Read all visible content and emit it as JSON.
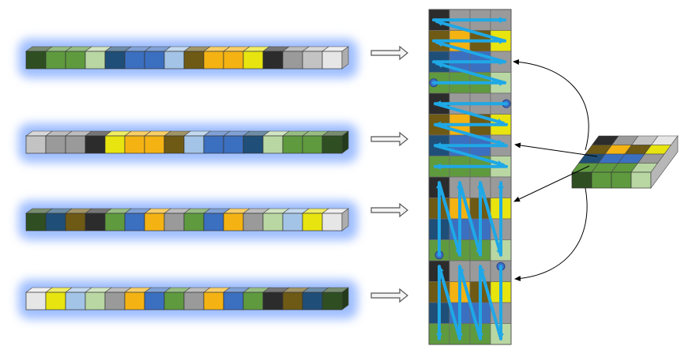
{
  "palette": {
    "dg": "#2f4f22",
    "g": "#5f9a3f",
    "lg": "#b9d7a3",
    "nv": "#1f4f78",
    "b": "#3b6fc0",
    "lb": "#a3c4e6",
    "br": "#6e5a14",
    "o": "#f4b313",
    "y": "#e8e40f",
    "bk": "#2c2c2c",
    "gr": "#9a9a9a",
    "lgr": "#c3c3c3",
    "wh": "#e6e6e6"
  },
  "accent_color": "#1fa8e6",
  "strips": [
    {
      "cells": [
        "dg",
        "g",
        "g",
        "lg",
        "nv",
        "b",
        "b",
        "lb",
        "br",
        "o",
        "o",
        "y",
        "bk",
        "gr",
        "lgr",
        "wh"
      ]
    },
    {
      "cells": [
        "lgr",
        "gr",
        "gr",
        "bk",
        "y",
        "o",
        "o",
        "br",
        "lb",
        "b",
        "b",
        "nv",
        "lg",
        "g",
        "g",
        "dg"
      ]
    },
    {
      "cells": [
        "dg",
        "nv",
        "br",
        "bk",
        "g",
        "b",
        "o",
        "gr",
        "g",
        "b",
        "o",
        "gr",
        "lg",
        "lb",
        "y",
        "wh"
      ]
    },
    {
      "cells": [
        "wh",
        "y",
        "lb",
        "lg",
        "gr",
        "o",
        "b",
        "g",
        "gr",
        "o",
        "b",
        "g",
        "bk",
        "br",
        "nv",
        "dg"
      ]
    }
  ],
  "column_rows": [
    [
      "bk",
      "gr",
      "gr",
      "gr"
    ],
    [
      "br",
      "o",
      "br",
      "y"
    ],
    [
      "nv",
      "b",
      "b",
      "gr"
    ],
    [
      "g",
      "g",
      "g",
      "lg"
    ],
    [
      "bk",
      "gr",
      "gr",
      "gr"
    ],
    [
      "br",
      "o",
      "br",
      "y"
    ],
    [
      "nv",
      "b",
      "b",
      "gr"
    ],
    [
      "g",
      "g",
      "g",
      "lg"
    ],
    [
      "bk",
      "gr",
      "gr",
      "gr"
    ],
    [
      "br",
      "o",
      "br",
      "y"
    ],
    [
      "nv",
      "b",
      "b",
      "gr"
    ],
    [
      "g",
      "g",
      "g",
      "lg"
    ],
    [
      "bk",
      "gr",
      "gr",
      "gr"
    ],
    [
      "br",
      "o",
      "br",
      "y"
    ],
    [
      "nv",
      "b",
      "b",
      "gr"
    ],
    [
      "g",
      "g",
      "g",
      "lg"
    ]
  ],
  "block": {
    "top": [
      [
        "bk",
        "gr",
        "lgr",
        "wh"
      ],
      [
        "br",
        "o",
        "br",
        "y"
      ],
      [
        "nv",
        "b",
        "b",
        "gr"
      ],
      [
        "g",
        "g",
        "g",
        "lg"
      ]
    ],
    "front": [
      "dg",
      "g",
      "g",
      "lg"
    ]
  }
}
